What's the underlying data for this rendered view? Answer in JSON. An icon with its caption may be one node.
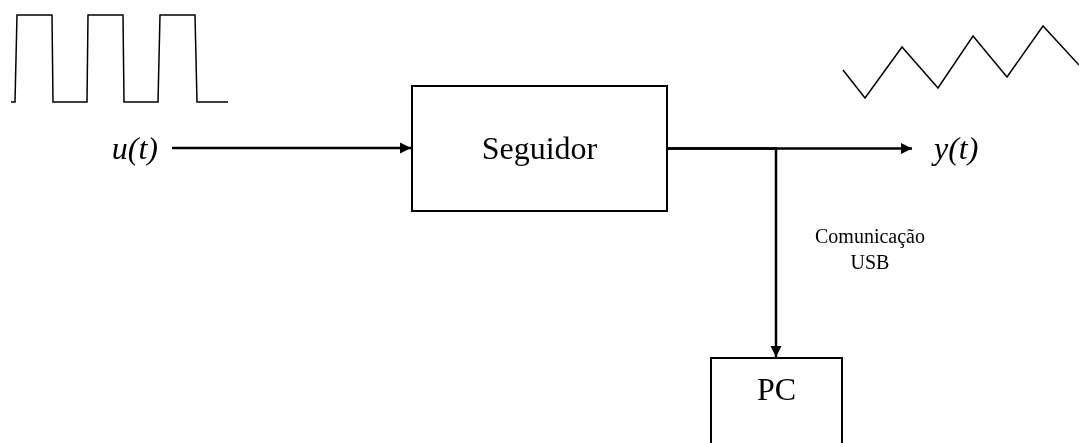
{
  "diagram": {
    "nodes": [
      {
        "text": [
          "u(t)"
        ]
      },
      {
        "text": [
          "Seguidor"
        ]
      },
      {
        "text": [
          "y(t)"
        ]
      },
      {
        "text": [
          "PC"
        ]
      }
    ],
    "edges": [
      {
        "from": 0,
        "to": 1,
        "arrow": "to"
      },
      {
        "from": 1,
        "to": 2,
        "arrow": "to"
      },
      {
        "from": 1,
        "to": 3,
        "arrow": "to",
        "label": "Comunicação USB"
      }
    ]
  }
}
